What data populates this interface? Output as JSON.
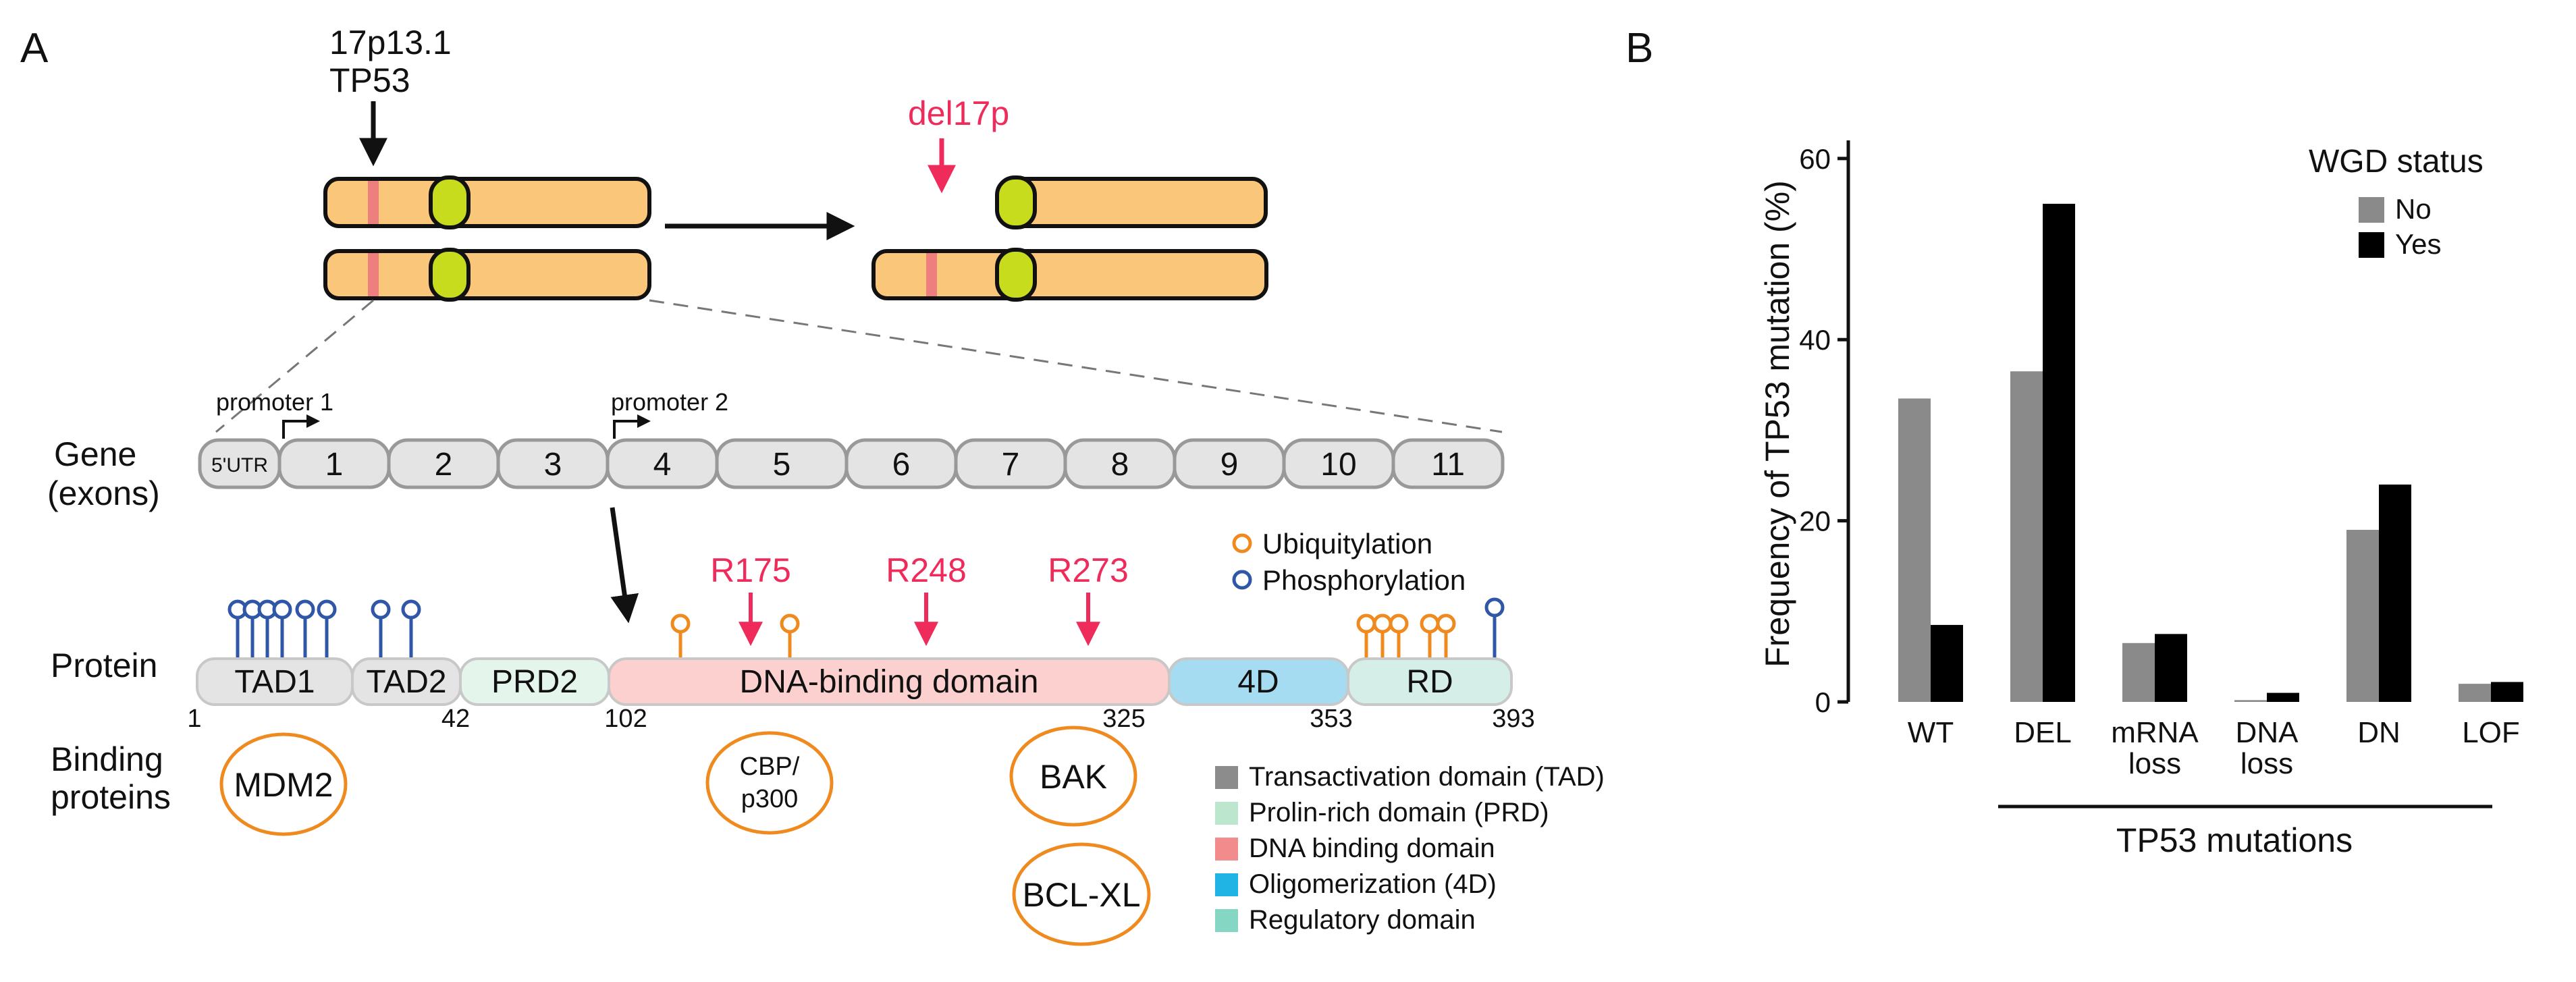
{
  "panel_a": {
    "letter": "A",
    "locus_line1": "17p13.1",
    "locus_line2": "TP53",
    "deletion_label": "del17p",
    "gene_label_line1": "Gene",
    "gene_label_line2": "(exons)",
    "promoter1": "promoter 1",
    "promoter2": "promoter 2",
    "exons": [
      "5'UTR",
      "1",
      "2",
      "3",
      "4",
      "5",
      "6",
      "7",
      "8",
      "9",
      "10",
      "11"
    ],
    "protein_label": "Protein",
    "domains": [
      "TAD1",
      "TAD2",
      "PRD2",
      "DNA-binding domain",
      "4D",
      "RD"
    ],
    "positions": [
      "1",
      "42",
      "102",
      "325",
      "353",
      "393"
    ],
    "hotspots": [
      "R175",
      "R248",
      "R273"
    ],
    "ptm_legend": {
      "ubiquitylation": "Ubiquitylation",
      "phosphorylation": "Phosphorylation",
      "ubiquitylation_color": "#ef8a1f",
      "phosphorylation_color": "#2f56a7"
    },
    "binding_label_line1": "Binding",
    "binding_label_line2": "proteins",
    "binding_proteins": {
      "mdm2": "MDM2",
      "cbp_line1": "CBP/",
      "cbp_line2": "p300",
      "bak": "BAK",
      "bclxl": "BCL-XL"
    },
    "domain_legend": [
      {
        "label": "Transactivation domain (TAD)",
        "color": "#8c8c8c"
      },
      {
        "label": "Prolin-rich domain (PRD)",
        "color": "#bde6cf"
      },
      {
        "label": "DNA binding domain",
        "color": "#f28b8b"
      },
      {
        "label": "Oligomerization (4D)",
        "color": "#1fb4e3"
      },
      {
        "label": "Regulatory domain",
        "color": "#86d6c4"
      }
    ],
    "colors": {
      "chromosome": "#fac67a",
      "centromere": "#c8dc1e",
      "locus_band": "#ee7f7f",
      "hotspot": "#ef2b5b"
    }
  },
  "panel_b": {
    "letter": "B",
    "chart_data": {
      "type": "bar",
      "categories": [
        "WT",
        "DEL",
        "mRNA loss",
        "DNA loss",
        "DN",
        "LOF"
      ],
      "category_lines": [
        [
          "WT"
        ],
        [
          "DEL"
        ],
        [
          "mRNA",
          "loss"
        ],
        [
          "DNA",
          "loss"
        ],
        [
          "DN"
        ],
        [
          "LOF"
        ]
      ],
      "series": [
        {
          "name": "No",
          "color": "#8a8a8a",
          "values": [
            33.5,
            36.5,
            6.5,
            0.2,
            19,
            2
          ]
        },
        {
          "name": "Yes",
          "color": "#000000",
          "values": [
            8.5,
            55,
            7.5,
            1,
            24,
            2.2
          ]
        }
      ],
      "ylabel": "Frequency of TP53 mutation  (%)",
      "xlabel": "TP53 mutations",
      "ylim": [
        0,
        62
      ],
      "yticks": [
        "0",
        "20",
        "40",
        "60"
      ],
      "legend_title": "WGD status",
      "legend_position": "top-right",
      "grid": false
    }
  }
}
